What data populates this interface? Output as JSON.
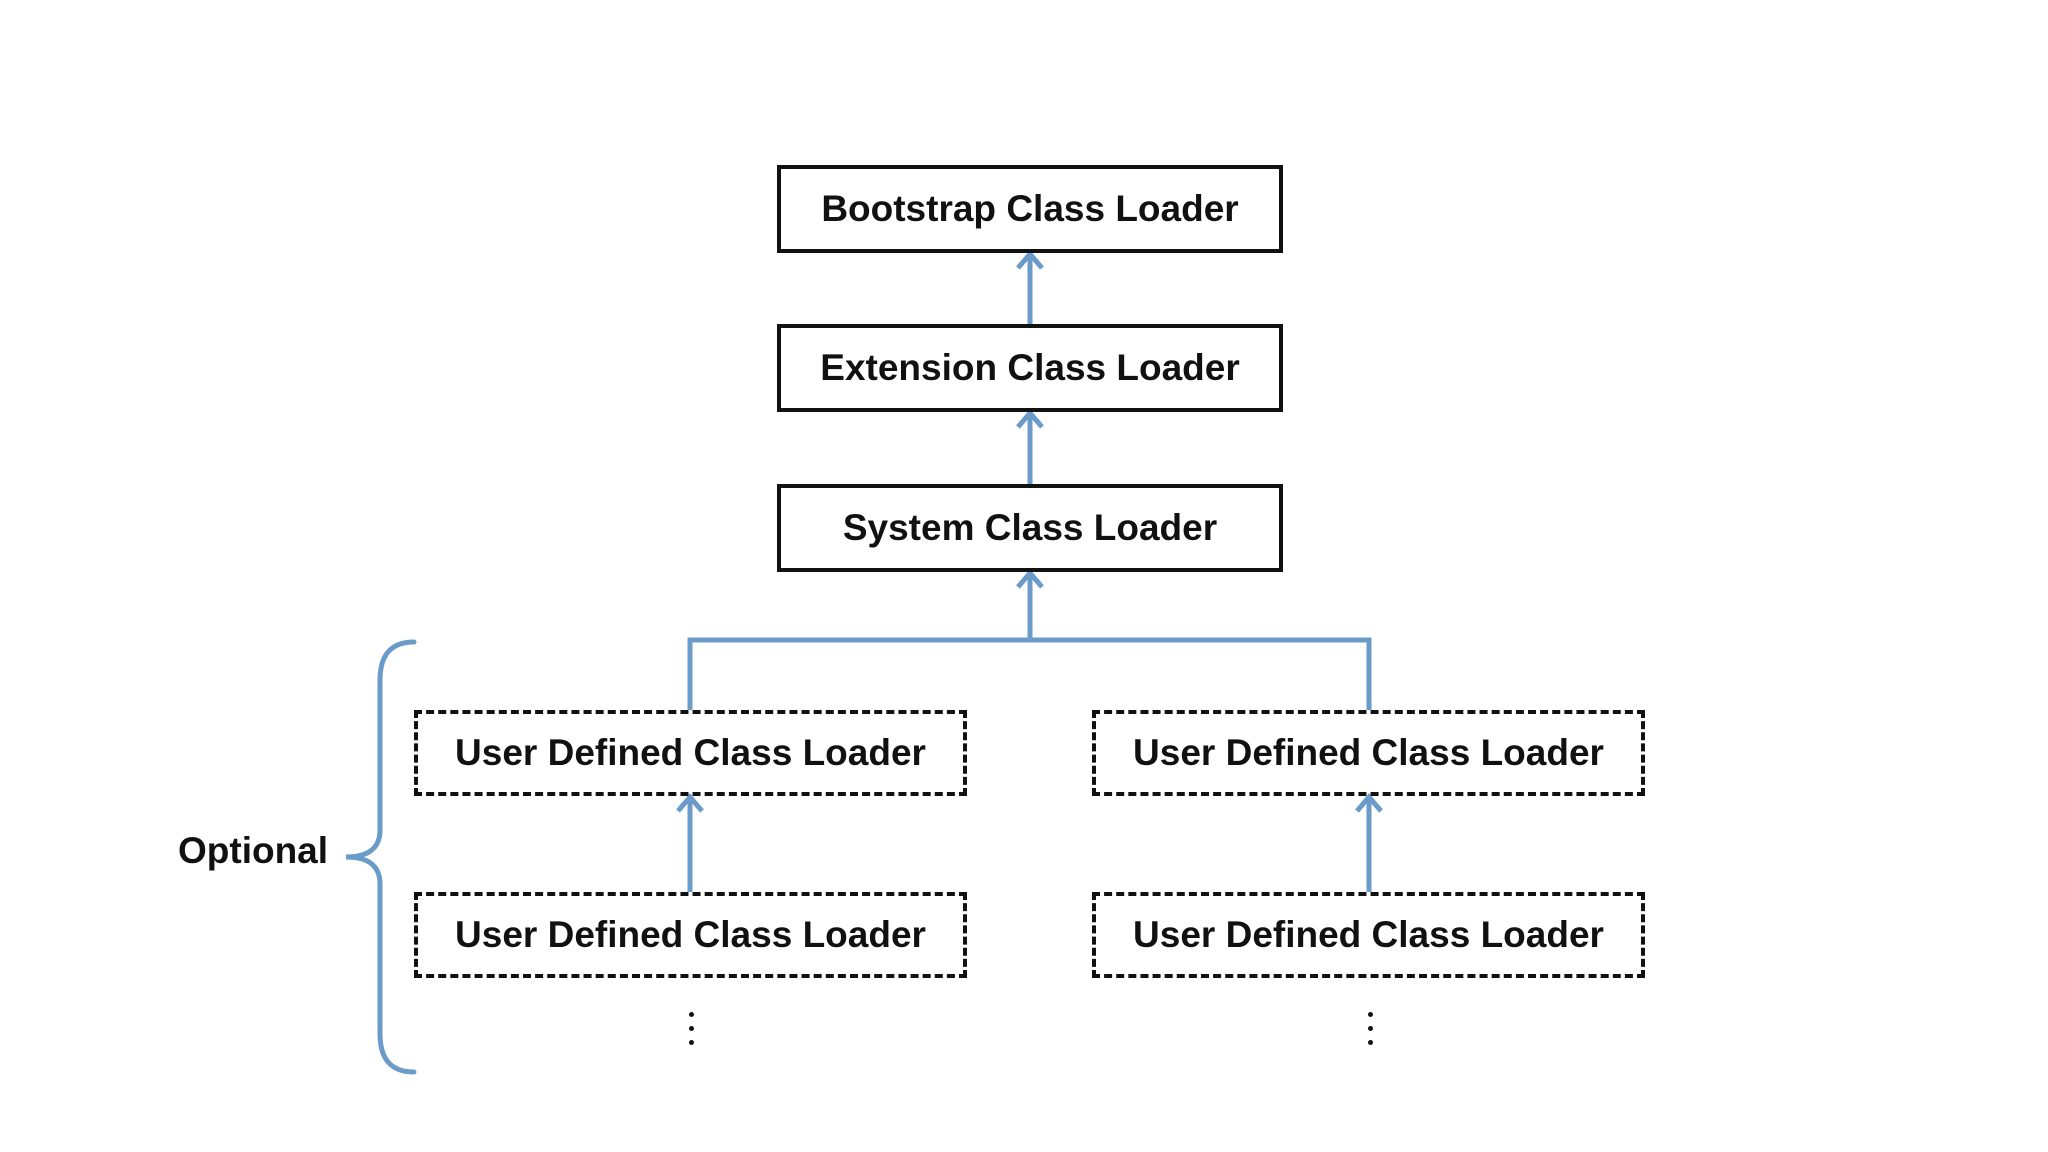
{
  "diagram": {
    "nodes": {
      "bootstrap": "Bootstrap Class Loader",
      "extension": "Extension Class Loader",
      "system": "System Class Loader",
      "user_1": "User Defined Class Loader",
      "user_2": "User Defined Class Loader",
      "user_3": "User Defined Class Loader",
      "user_4": "User Defined Class Loader"
    },
    "edges": [
      {
        "from": "extension",
        "to": "bootstrap"
      },
      {
        "from": "system",
        "to": "extension"
      },
      {
        "from": "user_1",
        "to": "system"
      },
      {
        "from": "user_2",
        "to": "system"
      },
      {
        "from": "user_3",
        "to": "user_1"
      },
      {
        "from": "user_4",
        "to": "user_2"
      }
    ],
    "optional_label": "Optional",
    "continuation_marks": [
      "vertical-ellipsis",
      "vertical-ellipsis"
    ],
    "colors": {
      "connector": "#6b9bc9",
      "box_border": "#111111",
      "text": "#111111",
      "background": "#ffffff"
    }
  }
}
